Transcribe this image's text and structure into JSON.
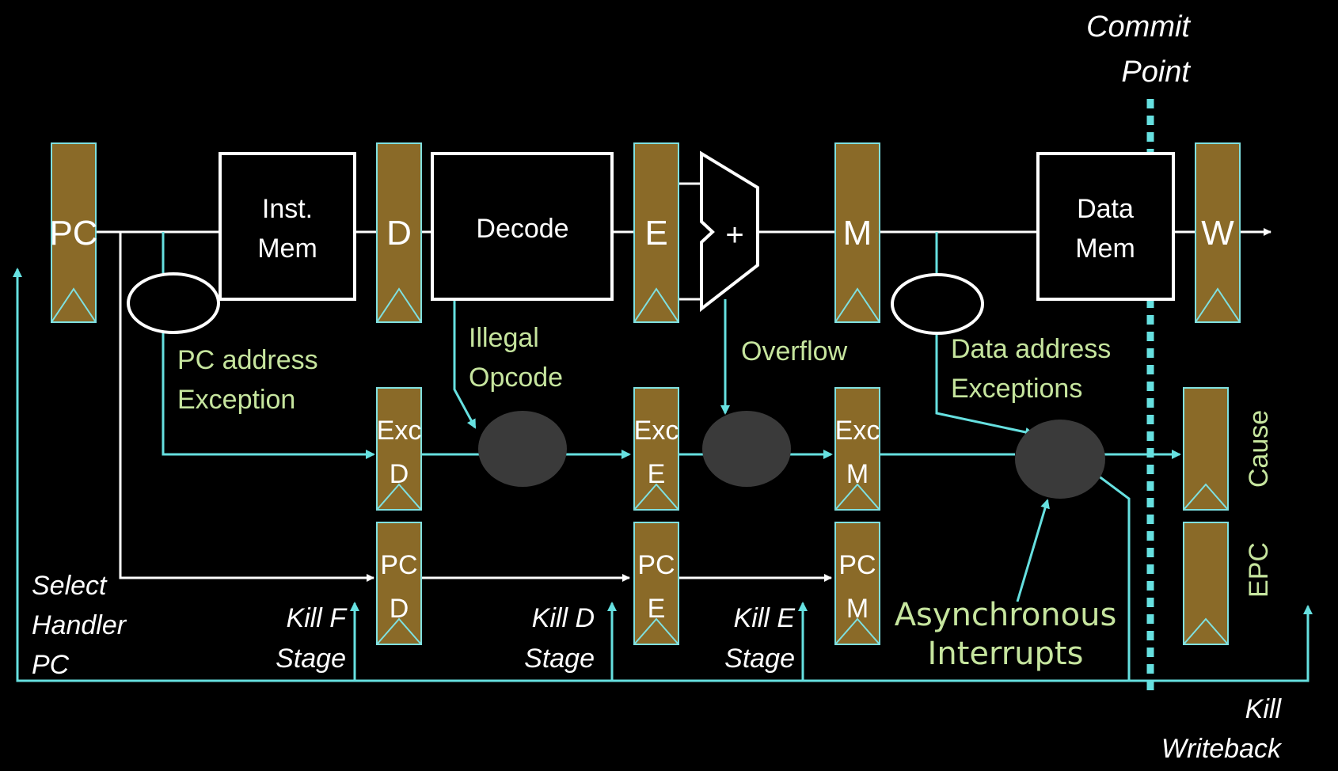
{
  "commit_point": {
    "line1": "Commit",
    "line2": "Point"
  },
  "registers": {
    "pc": "PC",
    "d": "D",
    "e": "E",
    "m": "M",
    "w": "W",
    "exc_d": [
      "Exc",
      "D"
    ],
    "exc_e": [
      "Exc",
      "E"
    ],
    "exc_m": [
      "Exc",
      "M"
    ],
    "pc_d": [
      "PC",
      "D"
    ],
    "pc_e": [
      "PC",
      "E"
    ],
    "pc_m": [
      "PC",
      "M"
    ],
    "cause": "Cause",
    "epc": "EPC"
  },
  "units": {
    "inst_mem": [
      "Inst.",
      "Mem"
    ],
    "decode": "Decode",
    "alu_op": "+",
    "data_mem": [
      "Data",
      "Mem"
    ]
  },
  "exceptions": {
    "pc_address": [
      "PC address",
      "Exception"
    ],
    "illegal_opcode": [
      "Illegal",
      "Opcode"
    ],
    "overflow": "Overflow",
    "data_address": [
      "Data address",
      "Exceptions"
    ],
    "async_interrupts": [
      "Asynchronous",
      "Interrupts"
    ]
  },
  "control": {
    "select_handler": [
      "Select",
      "Handler",
      "PC"
    ],
    "kill_f": [
      "Kill F",
      "Stage"
    ],
    "kill_d": [
      "Kill D",
      "Stage"
    ],
    "kill_e": [
      "Kill E",
      "Stage"
    ],
    "kill_writeback": [
      "Kill",
      "Writeback"
    ]
  },
  "colors": {
    "register_fill": "#8a6a28",
    "wire_cyan": "#66e0e0",
    "label_green": "#c6e59e",
    "dark_node": "#3a3a3a"
  }
}
